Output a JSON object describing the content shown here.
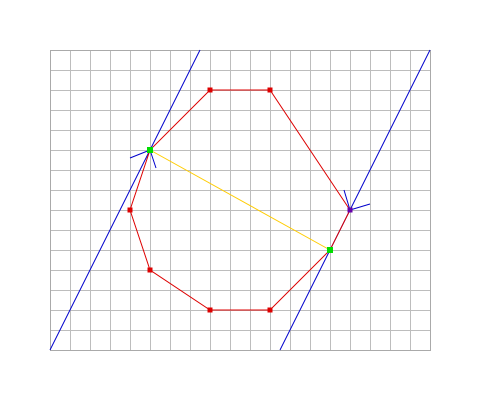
{
  "diagram": {
    "grid": {
      "cols": 19,
      "rows": 15,
      "color": "#bdbdbd",
      "frame_color": "#aaaaaa"
    },
    "colors": {
      "polygon": "#dd0000",
      "vertex": "#dd0000",
      "diameter": "#ffcc00",
      "support_line": "#0000cc",
      "contact_point": "#00dd00",
      "special_vertex": "#6600aa"
    },
    "polygon": [
      [
        8,
        2
      ],
      [
        11,
        2
      ],
      [
        15,
        8
      ],
      [
        14,
        10
      ],
      [
        11,
        13
      ],
      [
        8,
        13
      ],
      [
        5,
        11
      ],
      [
        4,
        8
      ],
      [
        5,
        5
      ]
    ],
    "diameter": {
      "from": [
        5,
        5
      ],
      "to": [
        14,
        10
      ]
    },
    "support_lines": [
      {
        "from": [
          0,
          15
        ],
        "to": [
          7.5,
          0
        ]
      },
      {
        "from": [
          11.5,
          15
        ],
        "to": [
          19,
          0
        ]
      }
    ],
    "contact_points": [
      [
        5,
        5
      ],
      [
        14,
        10
      ]
    ],
    "special_vertex": [
      15,
      8
    ],
    "ticks": [
      {
        "at": [
          5,
          5
        ],
        "ends": [
          [
            4,
            5.4
          ],
          [
            5.3,
            5.9
          ]
        ]
      },
      {
        "at": [
          15,
          8
        ],
        "ends": [
          [
            14.7,
            7
          ],
          [
            16,
            7.7
          ]
        ]
      }
    ]
  }
}
